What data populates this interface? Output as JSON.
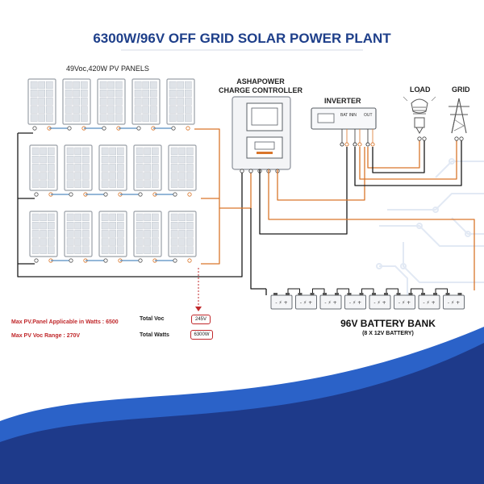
{
  "title": "6300W/96V OFF GRID SOLAR POWER PLANT",
  "panels_label": "49Voc,420W PV PANELS",
  "controller": {
    "line1": "ASHAPOWER",
    "line2": "CHARGE CONTROLLER"
  },
  "inverter": {
    "label": "INVERTER",
    "ports": [
      "BAT IN",
      "IN",
      "OUT"
    ]
  },
  "load_label": "LOAD",
  "grid_label": "GRID",
  "battery_bank": {
    "title": "96V BATTERY BANK",
    "subtitle": "(8 X 12V BATTERY)",
    "count": 8,
    "terminal_text": "- ⚡ +"
  },
  "pv_array": {
    "rows": 3,
    "panels_per_row": 5
  },
  "specs": {
    "max_pv_watts": "Max PV.Panel Applicable in Watts : 6500",
    "max_voc": "Max PV Voc Range : 270V",
    "total_voc_label": "Total Voc",
    "total_voc_value": "245V",
    "total_watts_label": "Total Watts",
    "total_watts_value": "6300W"
  },
  "colors": {
    "title": "#1e3f8a",
    "wire_positive": "#d9762b",
    "wire_negative": "#1a1a1a",
    "spec_red": "#c0282b",
    "panel_frame": "#9aa0a8",
    "panel_cell": "#dfe3e8",
    "wave_dark": "#1e3a8a",
    "wave_light": "#2b62c8",
    "circuit": "#e2e9f4"
  }
}
